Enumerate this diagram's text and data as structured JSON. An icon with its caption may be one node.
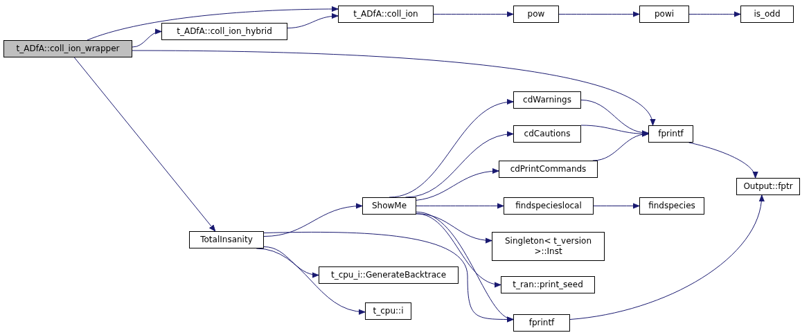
{
  "diagram": {
    "nodes": [
      {
        "text": [
          "t_ADfA::coll_ion_wrapper"
        ]
      },
      {
        "text": [
          "t_ADfA::coll_ion_hybrid"
        ]
      },
      {
        "text": [
          "t_ADfA::coll_ion"
        ]
      },
      {
        "text": [
          "pow"
        ]
      },
      {
        "text": [
          "powi"
        ]
      },
      {
        "text": [
          "is_odd"
        ]
      },
      {
        "text": [
          "TotalInsanity"
        ]
      },
      {
        "text": [
          "ShowMe"
        ]
      },
      {
        "text": [
          "cdWarnings"
        ]
      },
      {
        "text": [
          "cdCautions"
        ]
      },
      {
        "text": [
          "cdPrintCommands"
        ]
      },
      {
        "text": [
          "findspecieslocal"
        ]
      },
      {
        "text": [
          "Singleton< t_version >::Inst"
        ]
      },
      {
        "text": [
          "t_ran::print_seed"
        ]
      },
      {
        "text": [
          "fprintf"
        ]
      },
      {
        "text": [
          "findspecies"
        ]
      },
      {
        "text": [
          "Output::fptr"
        ]
      },
      {
        "text": [
          "t_cpu_i::GenerateBacktrace"
        ]
      },
      {
        "text": [
          "t_cpu::i"
        ]
      },
      {
        "text": [
          "fprintf"
        ]
      }
    ],
    "edges": [
      {
        "from": 0,
        "to": 2,
        "arrow": "to"
      },
      {
        "from": 0,
        "to": 1,
        "arrow": "to"
      },
      {
        "from": 1,
        "to": 2,
        "arrow": "to"
      },
      {
        "from": 2,
        "to": 3,
        "arrow": "to"
      },
      {
        "from": 3,
        "to": 4,
        "arrow": "to"
      },
      {
        "from": 4,
        "to": 5,
        "arrow": "to"
      },
      {
        "from": 0,
        "to": 14,
        "arrow": "to"
      },
      {
        "from": 0,
        "to": 6,
        "arrow": "to"
      },
      {
        "from": 6,
        "to": 7,
        "arrow": "to"
      },
      {
        "from": 6,
        "to": 17,
        "arrow": "to"
      },
      {
        "from": 6,
        "to": 18,
        "arrow": "to"
      },
      {
        "from": 6,
        "to": 19,
        "arrow": "to"
      },
      {
        "from": 7,
        "to": 8,
        "arrow": "to"
      },
      {
        "from": 7,
        "to": 9,
        "arrow": "to"
      },
      {
        "from": 7,
        "to": 10,
        "arrow": "to"
      },
      {
        "from": 7,
        "to": 11,
        "arrow": "to"
      },
      {
        "from": 7,
        "to": 12,
        "arrow": "to"
      },
      {
        "from": 7,
        "to": 13,
        "arrow": "to"
      },
      {
        "from": 7,
        "to": 19,
        "arrow": "to"
      },
      {
        "from": 8,
        "to": 14,
        "arrow": "to"
      },
      {
        "from": 9,
        "to": 14,
        "arrow": "to"
      },
      {
        "from": 10,
        "to": 14,
        "arrow": "to"
      },
      {
        "from": 14,
        "to": 16,
        "arrow": "to"
      },
      {
        "from": 11,
        "to": 15,
        "arrow": "to"
      },
      {
        "from": 19,
        "to": 16,
        "arrow": "to"
      }
    ]
  }
}
